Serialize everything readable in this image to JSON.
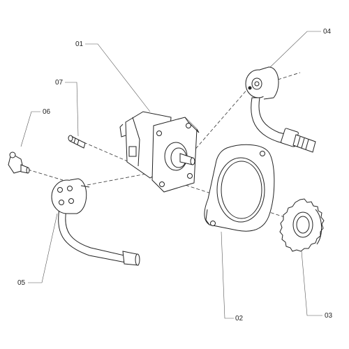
{
  "callouts": {
    "c01": "01",
    "c02": "02",
    "c03": "03",
    "c04": "04",
    "c05": "05",
    "c06": "06",
    "c07": "07"
  }
}
